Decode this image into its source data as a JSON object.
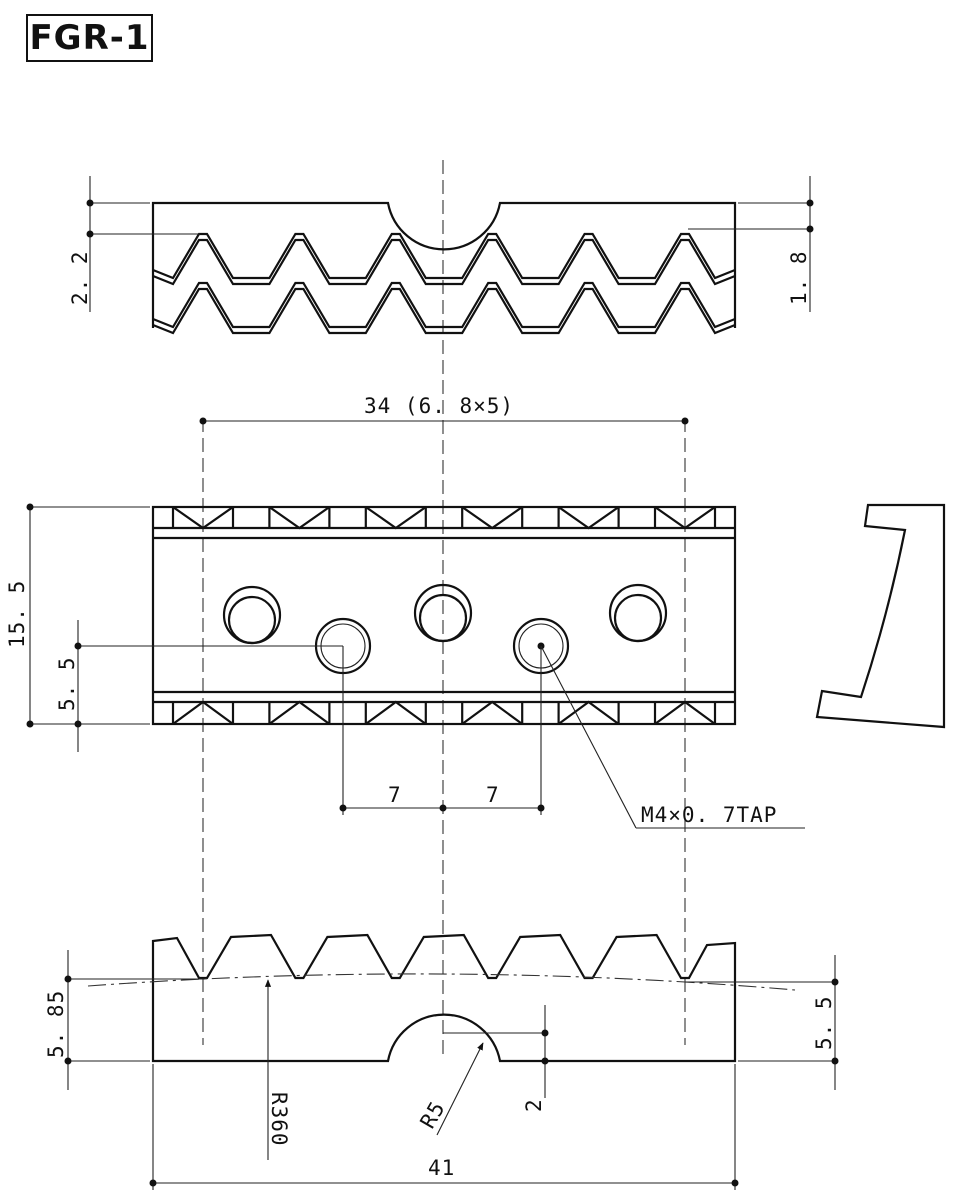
{
  "title": "FGR-1",
  "dimensions": {
    "top_left": "2. 2",
    "top_right": "1. 8",
    "pitch": "34 (6. 8×5)",
    "height": "15. 5",
    "hole_offset": "5. 5",
    "hole_spacing_left": "7",
    "hole_spacing_right": "7",
    "tap": "M4×0. 7TAP",
    "bottom_left": "5. 85",
    "bottom_right": "5. 5",
    "radius_large": "R360",
    "radius_notch": "R5",
    "notch_depth": "2",
    "width": "41"
  }
}
